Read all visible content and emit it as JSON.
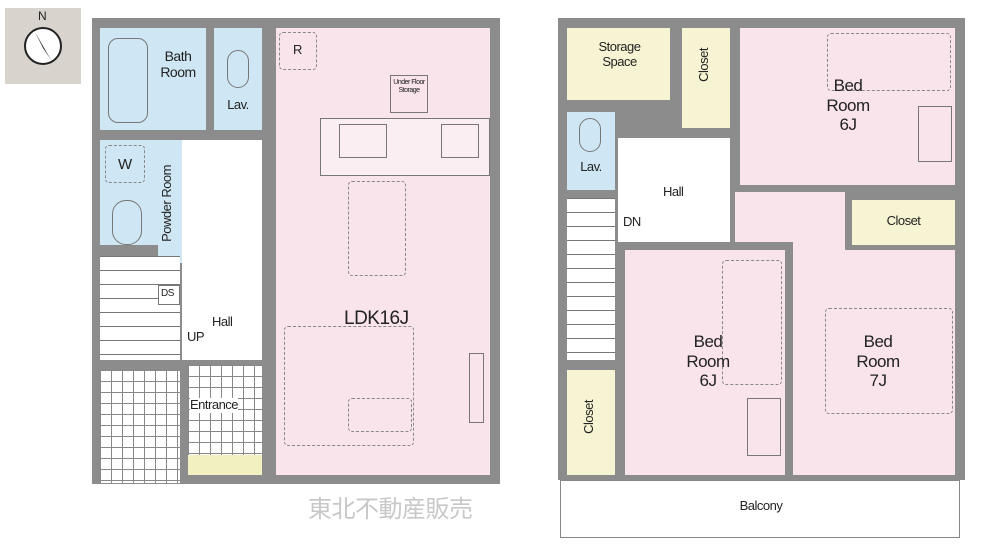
{
  "compass": {
    "label": "N"
  },
  "floor1": {
    "bath_room": "Bath\nRoom",
    "lav": "Lav.",
    "powder_room": "Powder Room",
    "washer": "W",
    "ds": "DS",
    "hall": "Hall",
    "up": "UP",
    "entrance": "Entrance",
    "ldk": "LDK16J",
    "refrigerator": "R",
    "under_floor_storage": "Under Floor Storage"
  },
  "floor2": {
    "storage_space": "Storage Space",
    "closet_top": "Closet",
    "bedroom_top": "Bed Room 6J",
    "lav": "Lav.",
    "hall": "Hall",
    "dn": "DN",
    "closet_right": "Closet",
    "bedroom_left": "Bed Room 6J",
    "bedroom_right": "Bed Room 7J",
    "closet_left": "Closet",
    "balcony": "Balcony"
  },
  "watermark": "東北不動産販売"
}
